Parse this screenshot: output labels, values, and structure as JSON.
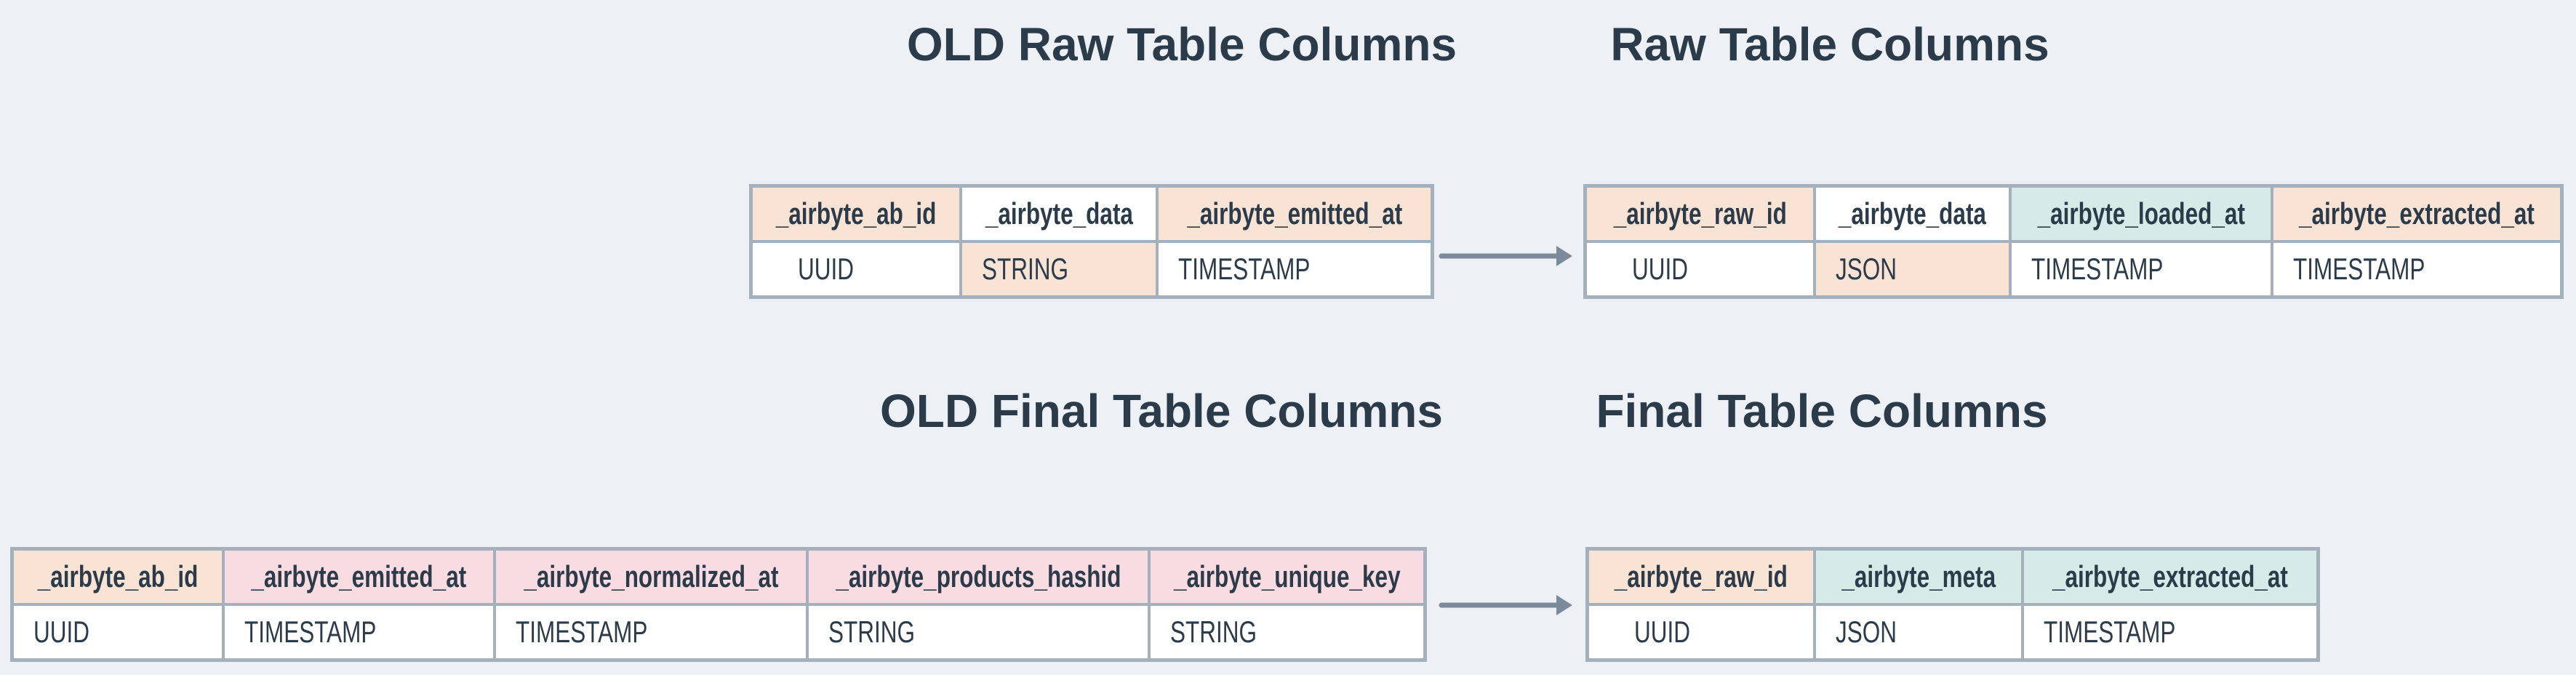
{
  "colors": {
    "background": "#edf1f5",
    "border": "#a4b1bd",
    "peach": "#f9e3d4",
    "pink": "#f8dce1",
    "teal": "#d6ebe7",
    "white": "#ffffff",
    "text": "#2c3b49",
    "arrow": "#7b8b9c"
  },
  "tables": {
    "old_raw": {
      "title": "OLD Raw Table Columns",
      "columns": [
        {
          "name": "_airbyte_ab_id",
          "type": "UUID",
          "header_color": "peach",
          "value_color": "white"
        },
        {
          "name": "_airbyte_data",
          "type": "STRING",
          "header_color": "white",
          "value_color": "peach"
        },
        {
          "name": "_airbyte_emitted_at",
          "type": "TIMESTAMP",
          "header_color": "peach",
          "value_color": "white"
        }
      ]
    },
    "raw": {
      "title": "Raw Table Columns",
      "columns": [
        {
          "name": "_airbyte_raw_id",
          "type": "UUID",
          "header_color": "peach",
          "value_color": "white"
        },
        {
          "name": "_airbyte_data",
          "type": "JSON",
          "header_color": "white",
          "value_color": "peach"
        },
        {
          "name": "_airbyte_loaded_at",
          "type": "TIMESTAMP",
          "header_color": "teal",
          "value_color": "white"
        },
        {
          "name": "_airbyte_extracted_at",
          "type": "TIMESTAMP",
          "header_color": "peach",
          "value_color": "white"
        }
      ]
    },
    "old_final": {
      "title": "OLD Final Table Columns",
      "columns": [
        {
          "name": "_airbyte_ab_id",
          "type": "UUID",
          "header_color": "peach",
          "value_color": "white"
        },
        {
          "name": "_airbyte_emitted_at",
          "type": "TIMESTAMP",
          "header_color": "pink",
          "value_color": "white"
        },
        {
          "name": "_airbyte_normalized_at",
          "type": "TIMESTAMP",
          "header_color": "pink",
          "value_color": "white"
        },
        {
          "name": "_airbyte_products_hashid",
          "type": "STRING",
          "header_color": "pink",
          "value_color": "white"
        },
        {
          "name": "_airbyte_unique_key",
          "type": "STRING",
          "header_color": "pink",
          "value_color": "white"
        }
      ]
    },
    "final": {
      "title": "Final Table Columns",
      "columns": [
        {
          "name": "_airbyte_raw_id",
          "type": "UUID",
          "header_color": "peach",
          "value_color": "white"
        },
        {
          "name": "_airbyte_meta",
          "type": "JSON",
          "header_color": "teal",
          "value_color": "white"
        },
        {
          "name": "_airbyte_extracted_at",
          "type": "TIMESTAMP",
          "header_color": "teal",
          "value_color": "white"
        }
      ]
    }
  },
  "arrows": [
    {
      "from": "old_raw",
      "to": "raw",
      "direction": "right"
    },
    {
      "from": "old_final",
      "to": "final",
      "direction": "right"
    }
  ]
}
